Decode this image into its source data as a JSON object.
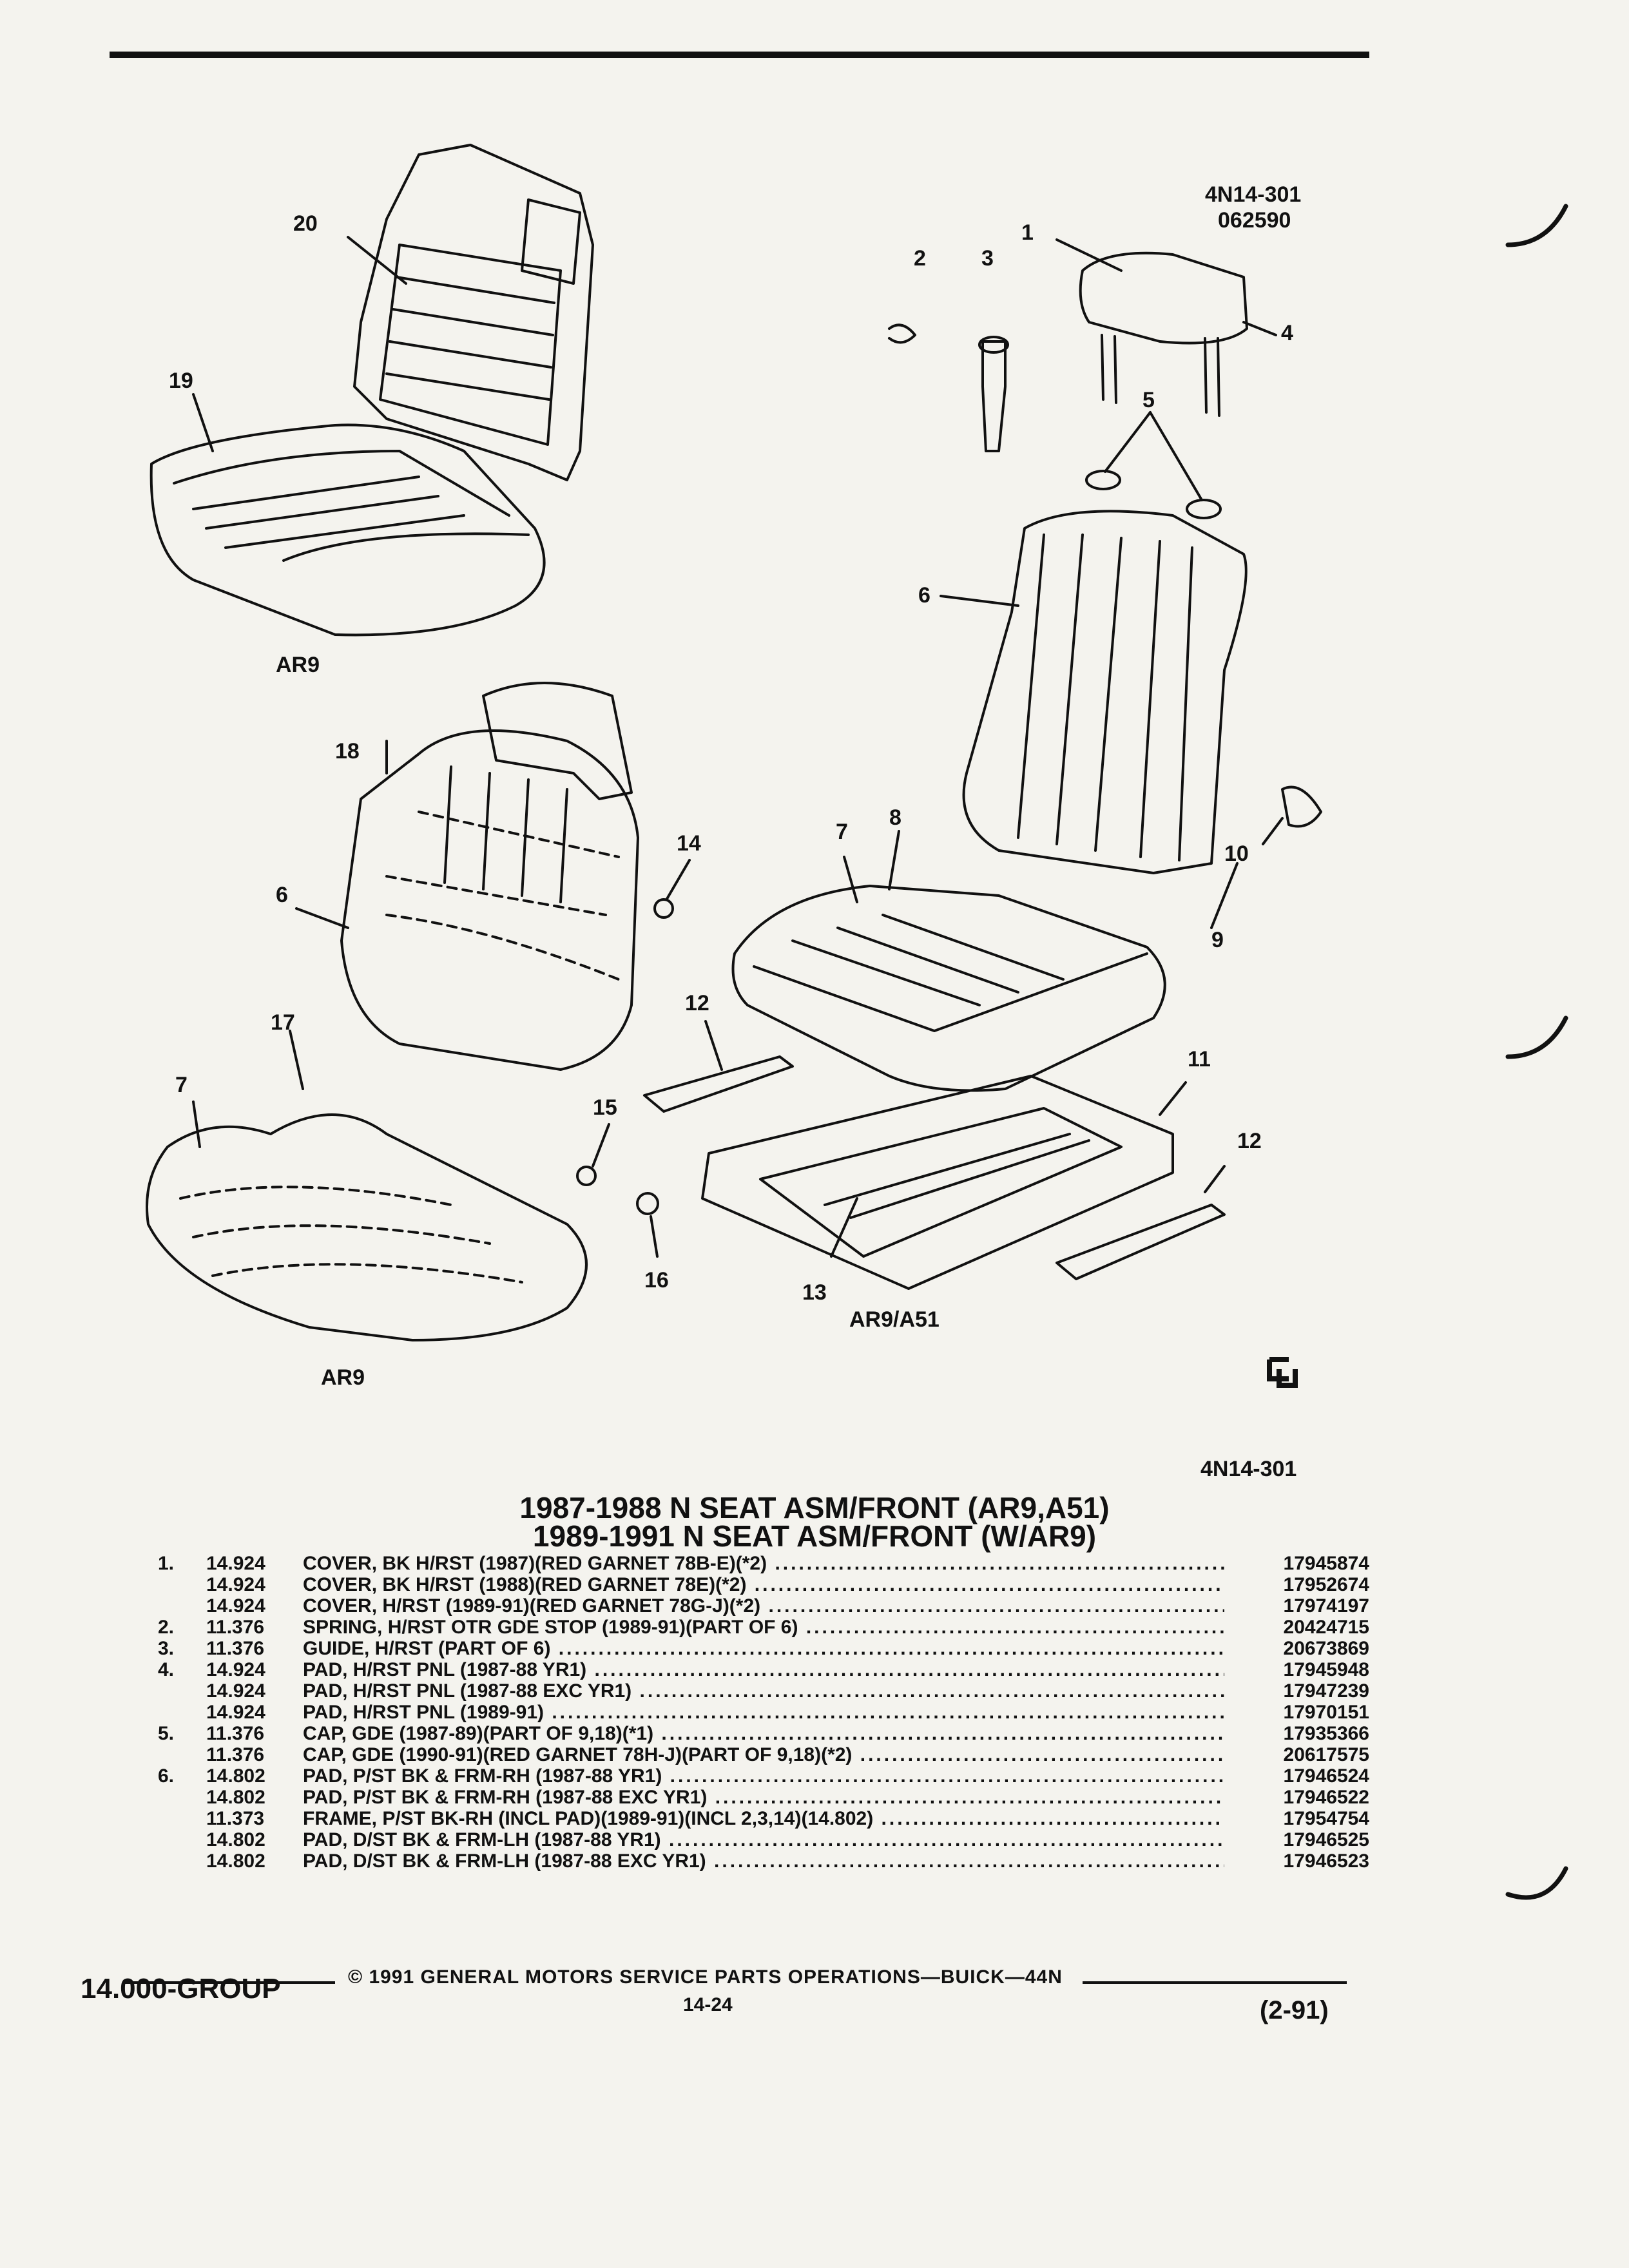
{
  "diagram": {
    "ref_code_top": "4N14-301",
    "date_code": "062590",
    "ref_code_bottom": "4N14-301",
    "labels": {
      "ar9_top": "AR9",
      "ar9_bottom": "AR9",
      "ar9_a51": "AR9/A51"
    },
    "callouts": [
      "1",
      "2",
      "3",
      "4",
      "5",
      "6",
      "6",
      "7",
      "7",
      "8",
      "9",
      "10",
      "11",
      "12",
      "12",
      "13",
      "14",
      "15",
      "16",
      "17",
      "18",
      "19",
      "20"
    ]
  },
  "titles": {
    "line1": "1987-1988 N SEAT ASM/FRONT (AR9,A51)",
    "line2": "1989-1991 N SEAT ASM/FRONT (W/AR9)"
  },
  "parts": [
    {
      "item": "1.",
      "group": "14.924",
      "name": "COVER",
      "desc": ", BK H/RST (1987)(RED GARNET 78B-E)(*2)",
      "number": "17945874"
    },
    {
      "item": "",
      "group": "14.924",
      "name": "COVER",
      "desc": ", BK H/RST (1988)(RED GARNET 78E)(*2)",
      "number": "17952674"
    },
    {
      "item": "",
      "group": "14.924",
      "name": "COVER",
      "desc": ", H/RST (1989-91)(RED GARNET 78G-J)(*2)",
      "number": "17974197"
    },
    {
      "item": "2.",
      "group": "11.376",
      "name": "SPRING",
      "desc": ", H/RST OTR GDE STOP (1989-91)(PART OF 6)",
      "number": "20424715"
    },
    {
      "item": "3.",
      "group": "11.376",
      "name": "GUIDE",
      "desc": ", H/RST (PART OF 6)",
      "number": "20673869"
    },
    {
      "item": "4.",
      "group": "14.924",
      "name": "PAD",
      "desc": ", H/RST PNL (1987-88 YR1)",
      "number": "17945948"
    },
    {
      "item": "",
      "group": "14.924",
      "name": "PAD",
      "desc": ", H/RST PNL (1987-88 EXC YR1)",
      "number": "17947239"
    },
    {
      "item": "",
      "group": "14.924",
      "name": "PAD",
      "desc": ", H/RST PNL (1989-91)",
      "number": "17970151"
    },
    {
      "item": "5.",
      "group": "11.376",
      "name": "CAP",
      "desc": ", GDE (1987-89)(PART OF 9,18)(*1)",
      "number": "17935366"
    },
    {
      "item": "",
      "group": "11.376",
      "name": "CAP",
      "desc": ", GDE (1990-91)(RED GARNET 78H-J)(PART OF 9,18)(*2)",
      "number": "20617575"
    },
    {
      "item": "6.",
      "group": "14.802",
      "name": "PAD",
      "desc": ", P/ST BK & FRM-RH (1987-88 YR1)",
      "number": "17946524"
    },
    {
      "item": "",
      "group": "14.802",
      "name": "PAD",
      "desc": ", P/ST BK & FRM-RH (1987-88 EXC YR1)",
      "number": "17946522"
    },
    {
      "item": "",
      "group": "11.373",
      "name": "FRAME",
      "desc": ", P/ST BK-RH (INCL PAD)(1989-91)(INCL 2,3,14)(14.802)",
      "number": "17954754"
    },
    {
      "item": "",
      "group": "14.802",
      "name": "PAD",
      "desc": ", D/ST BK & FRM-LH (1987-88 YR1)",
      "number": "17946525"
    },
    {
      "item": "",
      "group": "14.802",
      "name": "PAD",
      "desc": ", D/ST BK & FRM-LH (1987-88 EXC YR1)",
      "number": "17946523"
    }
  ],
  "footer": {
    "group": "14.000-GROUP",
    "copyright": "© 1991 GENERAL MOTORS SERVICE PARTS OPERATIONS—BUICK—44N",
    "page": "14-24",
    "revision": "(2-91)"
  }
}
